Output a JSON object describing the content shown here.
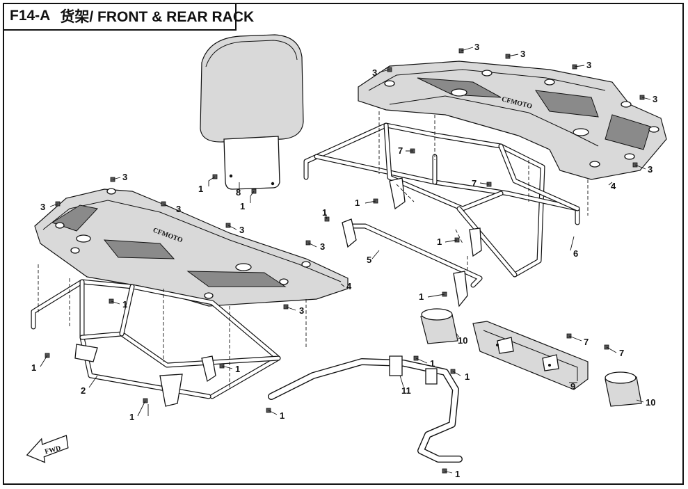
{
  "header": {
    "code": "F14-A",
    "title": "货架/ FRONT & REAR RACK"
  },
  "callouts": [
    {
      "n": "1"
    },
    {
      "n": "2"
    },
    {
      "n": "3"
    },
    {
      "n": "4"
    },
    {
      "n": "5"
    },
    {
      "n": "6"
    },
    {
      "n": "7"
    },
    {
      "n": "8"
    },
    {
      "n": "9"
    },
    {
      "n": "10"
    },
    {
      "n": "11"
    }
  ],
  "direction_marker": {
    "label": "FWD"
  },
  "rack_logo": "CFMOTO",
  "colors": {
    "line": "#111111",
    "fill": "#ffffff",
    "shade": "#d9d9d9"
  }
}
